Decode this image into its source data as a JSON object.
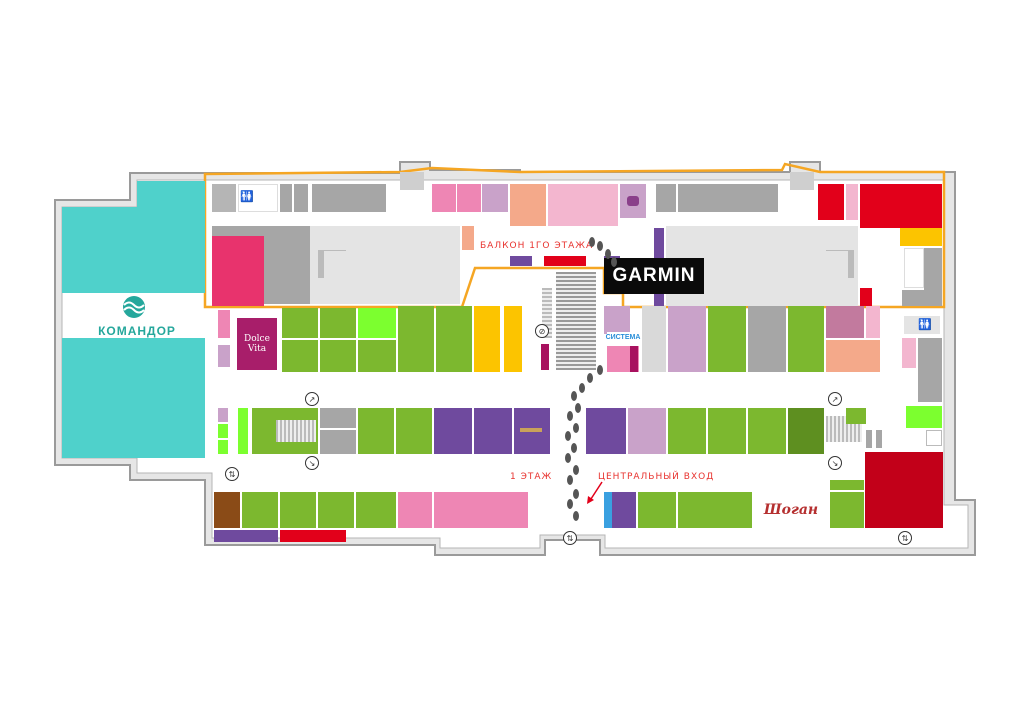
{
  "floor_plan": {
    "labels": {
      "balcony": "БАЛКОН 1ГО ЭТАЖА",
      "floor": "1 ЭТАЖ",
      "main_entrance": "ЦЕНТРАЛЬНЫЙ ВХОД"
    },
    "tenants": {
      "garmin": "GARMIN",
      "komandor": "КОМАНДОР",
      "dolce_vita": "Dolce Vita",
      "shogun": "Шоган",
      "sistema": "СИСТЕМА"
    },
    "icons": {
      "escalator": "escalator-icon",
      "elevator": "elevator-icon",
      "restroom": "restroom-icon",
      "atm": "atm-icon",
      "no_entry": "no-entry-icon",
      "footprints": "footprints-icon",
      "entrance_arrow": "arrow-icon"
    },
    "colors": {
      "green": "#7cb82f",
      "purple": "#6f4a9e",
      "pink": "#ee86b4",
      "lilac": "#c9a2c9",
      "gray": "#a6a6a6",
      "light_gray": "#d9d9d9",
      "red": "#e2001a",
      "yellow": "#fcc400",
      "teal": "#4fd1cb",
      "salmon": "#f4a98a",
      "orange_outline": "#f5a623"
    }
  }
}
